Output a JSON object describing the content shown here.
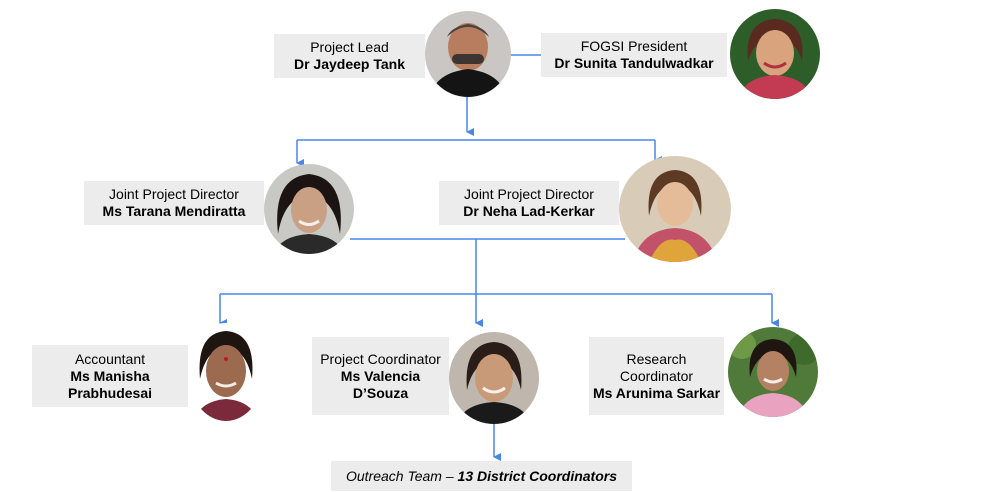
{
  "chart": {
    "nodes": [
      {
        "id": "lead",
        "role": "Project Lead",
        "name": "Dr Jaydeep Tank",
        "photo": "man-portrait"
      },
      {
        "id": "president",
        "role": "FOGSI President",
        "name": "Dr Sunita Tandulwadkar",
        "photo": "woman-portrait"
      },
      {
        "id": "jpd1",
        "role": "Joint Project Director",
        "name": "Ms Tarana Mendiratta",
        "photo": "woman-portrait"
      },
      {
        "id": "jpd2",
        "role": "Joint Project Director",
        "name": "Dr Neha Lad-Kerkar",
        "photo": "woman-portrait"
      },
      {
        "id": "accountant",
        "role": "Accountant",
        "name": "Ms Manisha Prabhudesai",
        "photo": "woman-portrait"
      },
      {
        "id": "pc",
        "role": "Project Coordinator",
        "name": "Ms Valencia D’Souza",
        "photo": "woman-portrait"
      },
      {
        "id": "rc",
        "role": "Research Coordinator",
        "name": "Ms Arunima Sarkar",
        "photo": "woman-portrait"
      }
    ],
    "outreach": {
      "prefix": "Outreach Team – ",
      "emphasis": "13 District Coordinators"
    },
    "colors": {
      "connector": "#4a86e8",
      "box": "#ececec"
    }
  }
}
